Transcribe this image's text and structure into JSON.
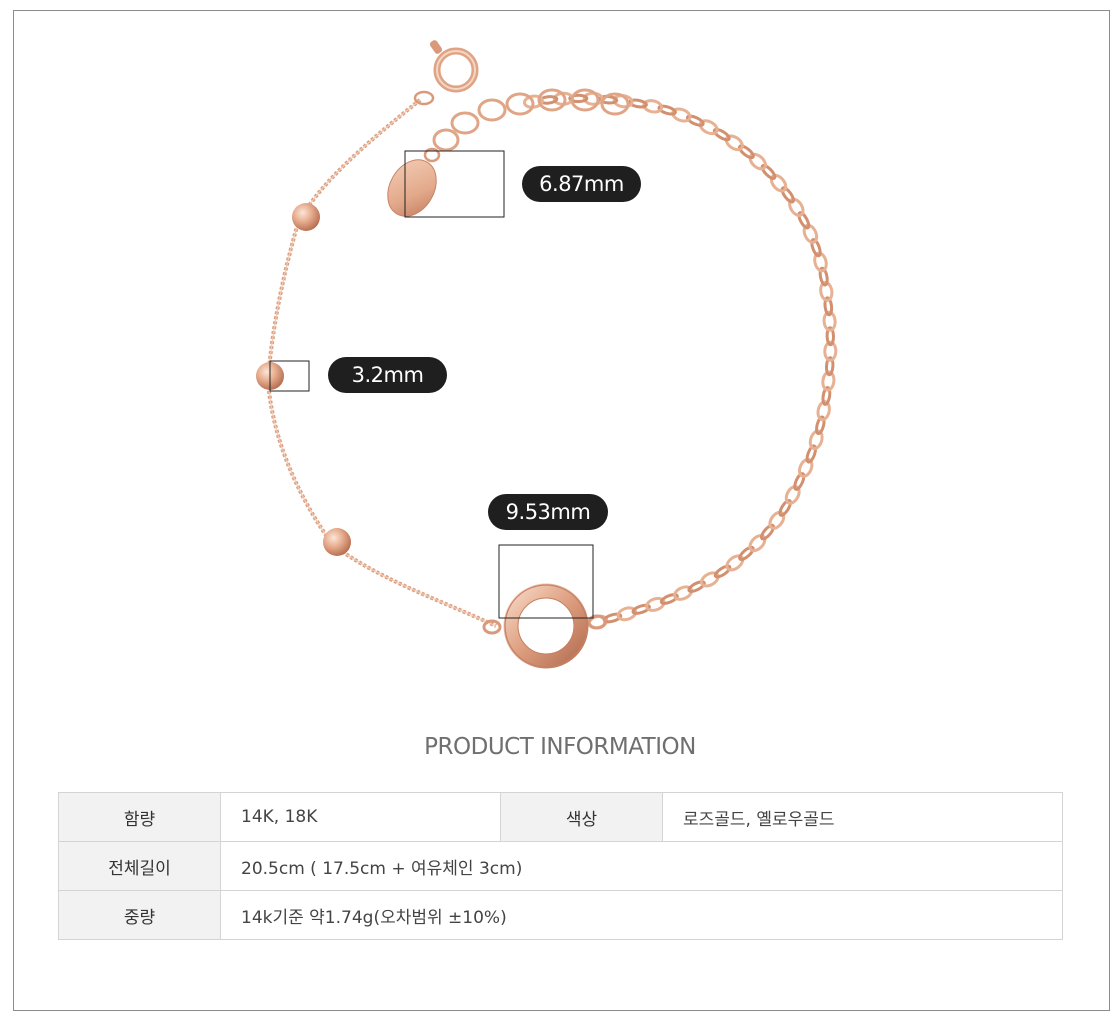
{
  "dimensions": {
    "tag": "6.87mm",
    "bead": "3.2mm",
    "ring": "9.53mm"
  },
  "section_title": "PRODUCT INFORMATION",
  "info": {
    "material_label": "함량",
    "material_value": "14K, 18K",
    "color_label": "색상",
    "color_value": "로즈골드, 옐로우골드",
    "length_label": "전체길이",
    "length_value": "20.5cm ( 17.5cm + 여유체인 3cm)",
    "weight_label": "중량",
    "weight_value": "14k기준 약1.74g(오차범위 ±10%)"
  },
  "colors": {
    "gold_light": "#f3cdb4",
    "gold_mid": "#dea283",
    "gold_dark": "#b97458",
    "badge": "#1f1f1f"
  }
}
